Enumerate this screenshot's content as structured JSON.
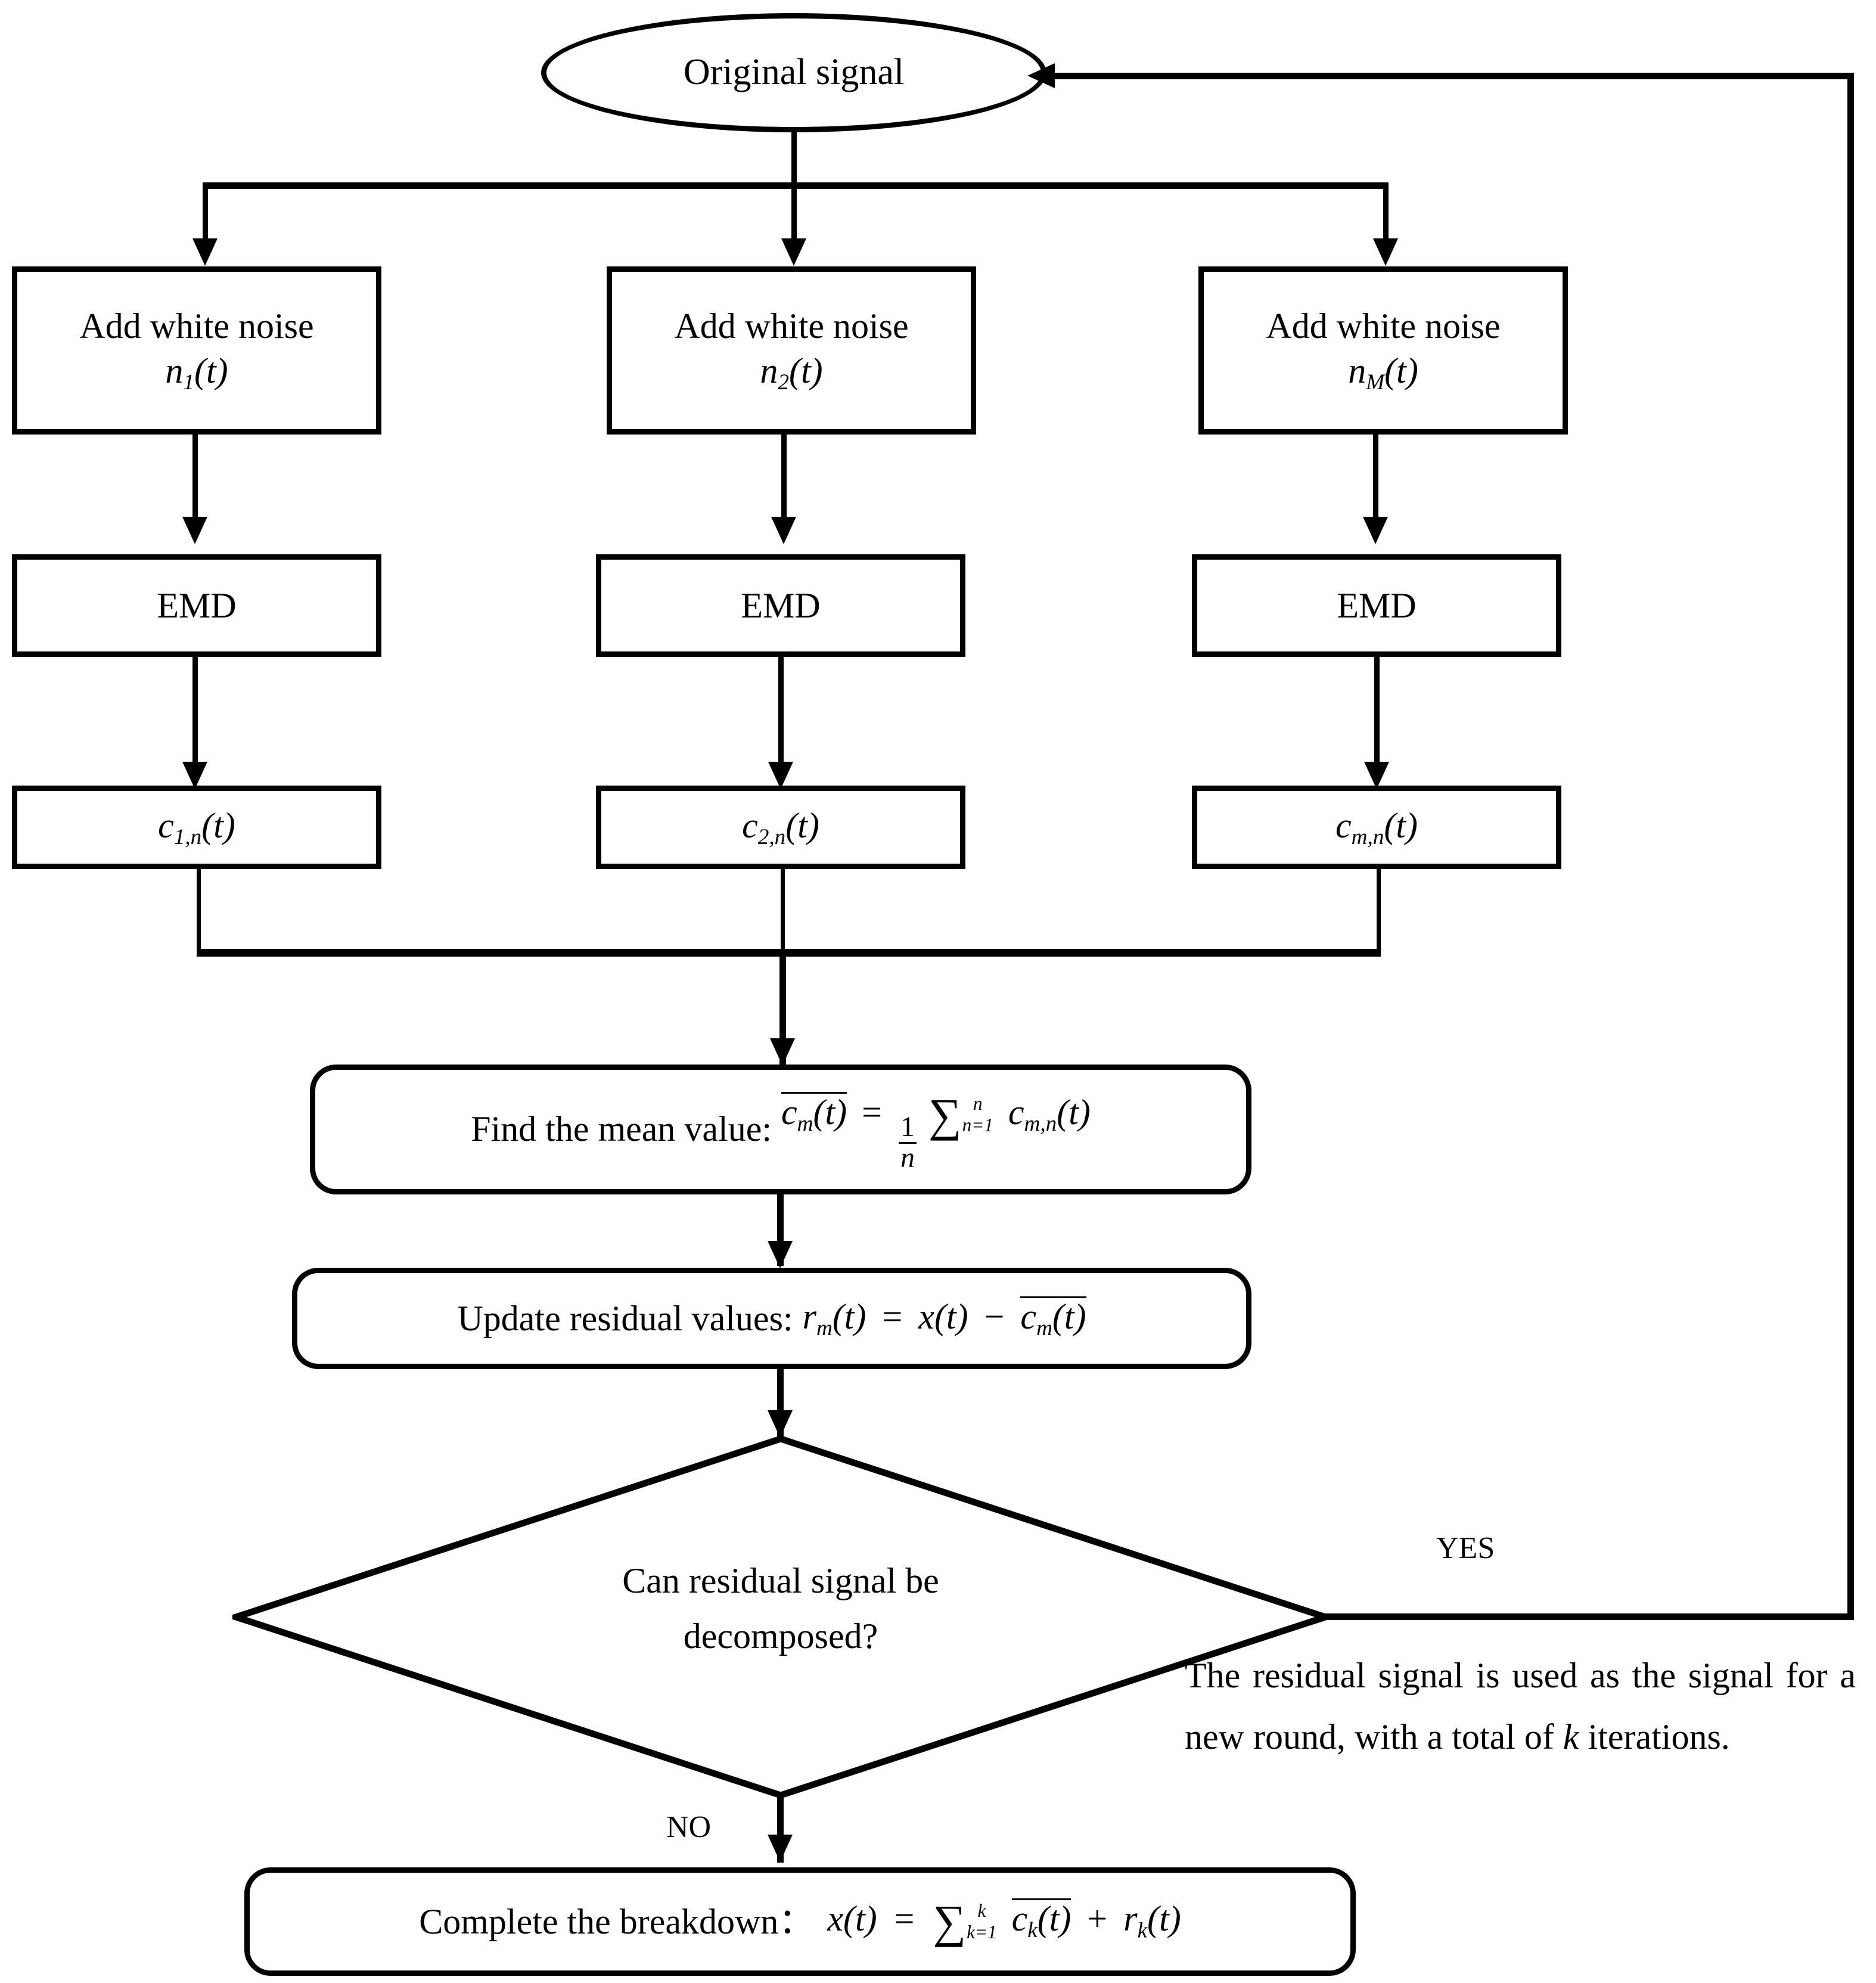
{
  "diagram": {
    "title": "CEEMD decomposition flowchart",
    "colors": {
      "stroke": "#000000",
      "fill": "#ffffff",
      "text": "#000000"
    },
    "start": {
      "label": "Original signal",
      "shape": "ellipse"
    },
    "noise_boxes": [
      {
        "line1": "Add white noise",
        "symbol_base": "n",
        "symbol_sub": "1",
        "symbol_arg": "(t)"
      },
      {
        "line1": "Add white noise",
        "symbol_base": "n",
        "symbol_sub": "2",
        "symbol_arg": "(t)"
      },
      {
        "line1": "Add white noise",
        "symbol_base": "n",
        "symbol_sub": "M",
        "symbol_arg": "(t)"
      }
    ],
    "emd_boxes": [
      {
        "label": "EMD"
      },
      {
        "label": "EMD"
      },
      {
        "label": "EMD"
      }
    ],
    "imf_boxes": [
      {
        "base": "c",
        "sub": "1,n",
        "arg": "(t)"
      },
      {
        "base": "c",
        "sub": "2,n",
        "arg": "(t)"
      },
      {
        "base": "c",
        "sub": "m,n",
        "arg": "(t)"
      }
    ],
    "mean_box": {
      "prefix": "Find the mean value:",
      "lhs_base": "c",
      "lhs_sub": "m",
      "lhs_arg": "(t)",
      "equals": "=",
      "frac_num": "1",
      "frac_den": "n",
      "sigma_glyph": "∑",
      "sigma_upper": "n",
      "sigma_lower": "n=1",
      "term_base": "c",
      "term_sub": "m,n",
      "term_arg": "(t)",
      "formula_plain": "c̄m(t) = (1/n) ∑(n=1..n) cm,n(t)"
    },
    "residual_box": {
      "prefix": "Update residual values:",
      "lhs_base": "r",
      "lhs_sub": "m",
      "lhs_arg": "(t)",
      "equals": "=",
      "x_base": "x",
      "x_arg": "(t)",
      "minus": "−",
      "rhs_base": "c",
      "rhs_sub": "m",
      "rhs_arg": "(t)",
      "formula_plain": "rm(t) = x(t) − c̄m(t)"
    },
    "decision": {
      "line1": "Can residual signal be",
      "line2": "decomposed?",
      "yes_label": "YES",
      "no_label": "NO"
    },
    "loop_note": {
      "text": "The residual signal is used as the signal for a new round, with a total of",
      "italic_symbol": "k",
      "text_tail": "iterations."
    },
    "final_box": {
      "prefix": "Complete the breakdown：",
      "x_base": "x",
      "x_arg": "(t)",
      "equals": "=",
      "sigma_glyph": "∑",
      "sigma_upper": "k",
      "sigma_lower": "k=1",
      "term_base": "c",
      "term_sub": "k",
      "term_arg": "(t)",
      "plus": "+",
      "res_base": "r",
      "res_sub": "k",
      "res_arg": "(t)",
      "formula_plain": "x(t) = ∑(k=1..k) c̄k(t) + rk(t)"
    }
  }
}
